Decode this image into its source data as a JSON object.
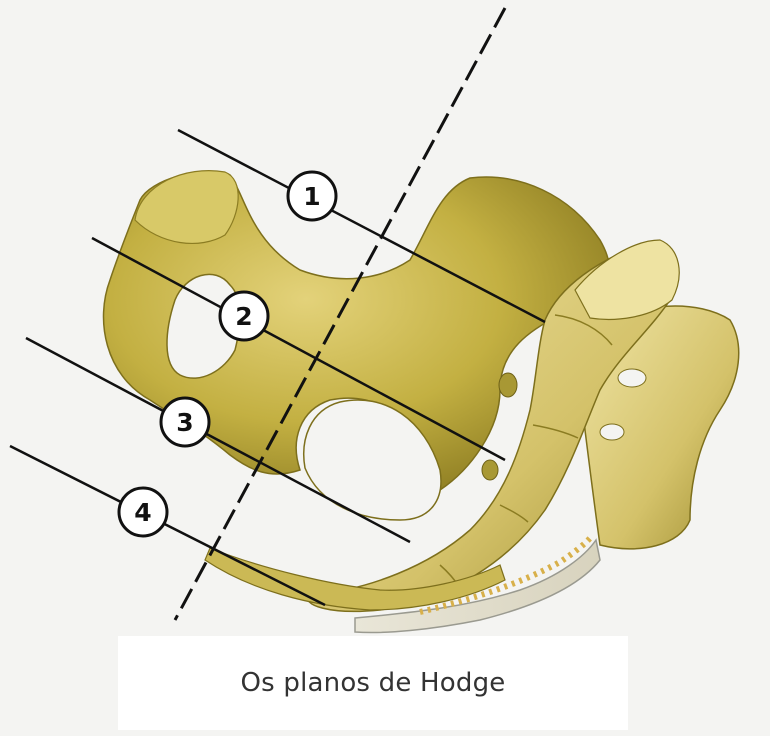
{
  "caption": "Os planos de Hodge",
  "planes": [
    {
      "number": "1"
    },
    {
      "number": "2"
    },
    {
      "number": "3"
    },
    {
      "number": "4"
    }
  ],
  "colors": {
    "bone": "#c9b84a",
    "bone_light": "#e6d98a",
    "bone_dark": "#8f7f22",
    "line": "#111111",
    "background": "#f4f4f2"
  }
}
